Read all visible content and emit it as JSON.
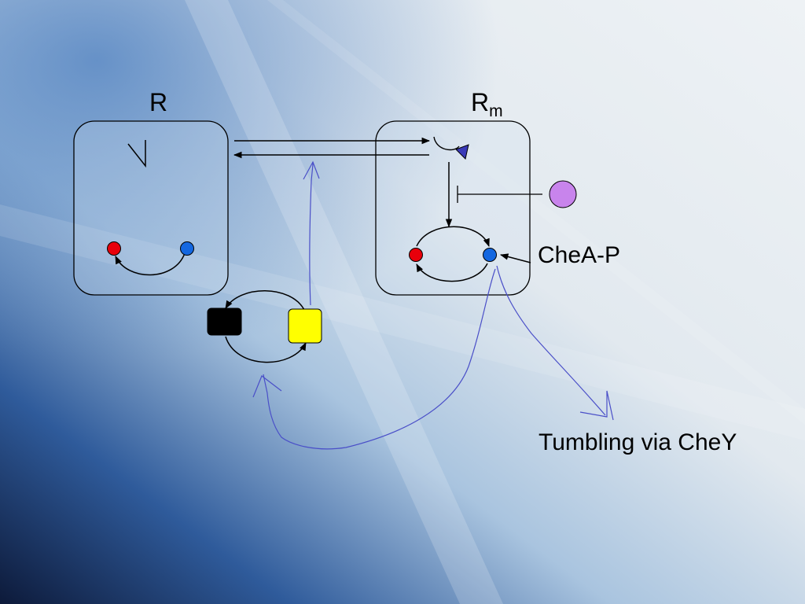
{
  "labels": {
    "receptor": "R",
    "methylated_receptor_base": "R",
    "methylated_receptor_sub": "m",
    "chea_p": "CheA-P",
    "tumbling": "Tumbling via CheY"
  },
  "colors": {
    "red_node": "#e8000b",
    "blue_node": "#1467e0",
    "purple_node": "#c884ec",
    "yellow_node": "#ffff00",
    "black_node": "#000000",
    "hand_arrow": "#4a4fc8",
    "ligand": "#3a3ab8"
  }
}
